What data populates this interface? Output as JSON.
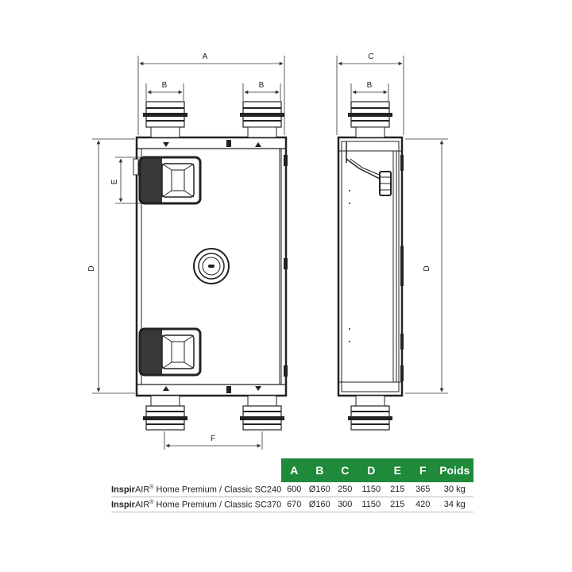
{
  "dimensions": {
    "A": "A",
    "B_front_left": "B",
    "B_front_right": "B",
    "C": "C",
    "B_side": "B",
    "D_front": "D",
    "D_side": "D",
    "E": "E",
    "F": "F"
  },
  "table": {
    "headers": [
      "A",
      "B",
      "C",
      "D",
      "E",
      "F",
      "Poids"
    ],
    "rows": [
      {
        "brand": "Inspir",
        "brand_suffix": "AIR",
        "reg": "®",
        "model": " Home Premium / Classic SC240",
        "values": [
          "600",
          "Ø160",
          "250",
          "1150",
          "215",
          "365",
          "30 kg"
        ]
      },
      {
        "brand": "Inspir",
        "brand_suffix": "AIR",
        "reg": "®",
        "model": " Home Premium / Classic SC370",
        "values": [
          "670",
          "Ø160",
          "300",
          "1150",
          "215",
          "420",
          "34 kg"
        ]
      }
    ]
  },
  "colors": {
    "header_bg": "#1f8a3a",
    "line": "#222222",
    "dim": "#3a3a3a"
  }
}
